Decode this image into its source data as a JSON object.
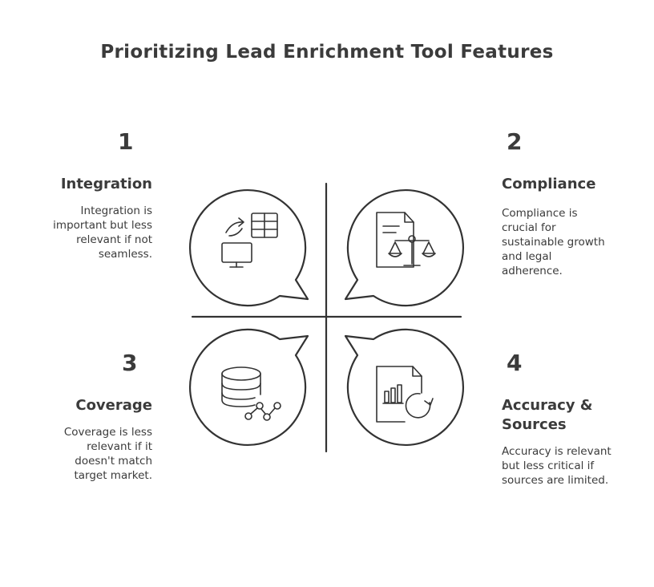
{
  "title": "Prioritizing Lead Enrichment Tool Features",
  "quadrants": [
    {
      "number": "1",
      "heading": "Integration",
      "description": "Integration is important but less relevant if not seamless.",
      "icon": "sync-table-monitor-icon"
    },
    {
      "number": "2",
      "heading": "Compliance",
      "description": "Compliance is crucial for sustainable growth and legal adherence.",
      "icon": "document-scales-icon"
    },
    {
      "number": "3",
      "heading": "Coverage",
      "description": "Coverage is less relevant if it doesn't match target market.",
      "icon": "database-network-icon"
    },
    {
      "number": "4",
      "heading": "Accuracy & Sources",
      "description": "Accuracy is relevant but less critical if sources are limited.",
      "icon": "report-refresh-icon"
    }
  ]
}
